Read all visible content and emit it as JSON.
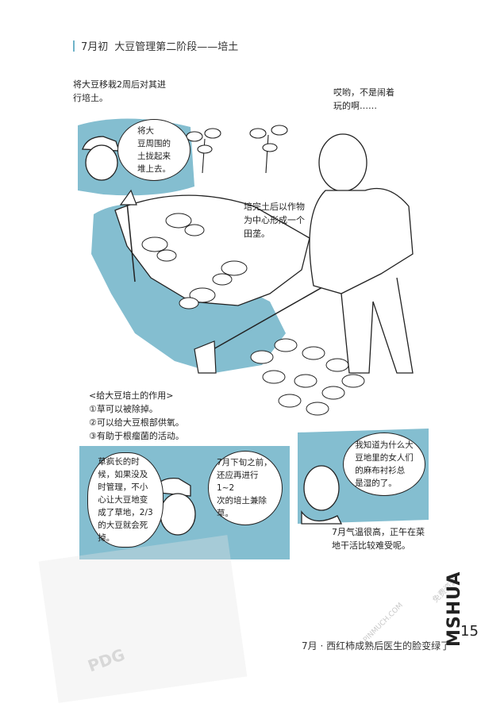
{
  "header": {
    "chapter": "7月初",
    "title": "大豆管理第二阶段——培土"
  },
  "intro": {
    "line1": "将大豆移栽2周后对其进",
    "line2": "行培土。"
  },
  "farmer_quote": {
    "line1": "哎哟，不是闹着",
    "line2": "玩的啊……"
  },
  "speech_bubble_1": {
    "line1": "将大",
    "line2": "豆周围的",
    "line3": "土拢起来",
    "line4": "堆上去。"
  },
  "annotation_ridge": {
    "line1": "培完土后以作物",
    "line2": "为中心形成一个",
    "line3": "田垄。"
  },
  "benefits": {
    "heading": "<给大豆培土的作用>",
    "items": [
      "①草可以被除掉。",
      "②可以给大豆根部供氧。",
      "③有助于根瘤菌的活动。"
    ]
  },
  "panel_left": {
    "bubble_a": [
      "草疯长的时",
      "候，如果没及",
      "时管理，不小",
      "心让大豆地变",
      "成了草地，2/3",
      "的大豆就会死",
      "掉。"
    ],
    "bubble_b": [
      "7月下旬之前，",
      "还应再进行1~2",
      "次的培土兼除",
      "草。"
    ]
  },
  "panel_right": {
    "bubble": [
      "我知道为什么大",
      "豆地里的女人们",
      "的麻布衬衫总",
      "是湿的了。"
    ],
    "caption": [
      "7月气温很高，正午在菜",
      "地干活比较难受呢。"
    ]
  },
  "footer": {
    "text": "7月 · 西红柿成熟后医生的脸变绿了",
    "page": "15"
  },
  "watermarks": {
    "pdg": "PDG",
    "site": "PINMUCH.COM",
    "free": "免费资源",
    "mshua": "MSHUA"
  },
  "colors": {
    "accent_blue": "#6fb3c8",
    "line": "#222222"
  }
}
